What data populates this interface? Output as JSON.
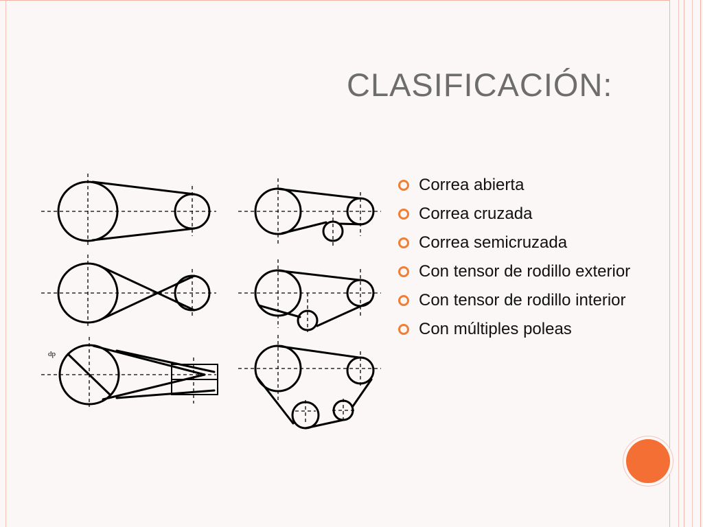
{
  "slide": {
    "title": "Clasificación:",
    "bullets": [
      "Correa abierta",
      "Correa cruzada",
      "Correa semicruzada",
      "Con tensor de rodillo exterior",
      "Con tensor de rodillo interior",
      "Con múltiples poleas"
    ],
    "diagram_label": "dp"
  },
  "colors": {
    "background": "#fbf7f6",
    "title": "#6d6d6d",
    "bullet": "#f07f35",
    "accent": "#f36f33",
    "border": "#f3b3a3"
  }
}
